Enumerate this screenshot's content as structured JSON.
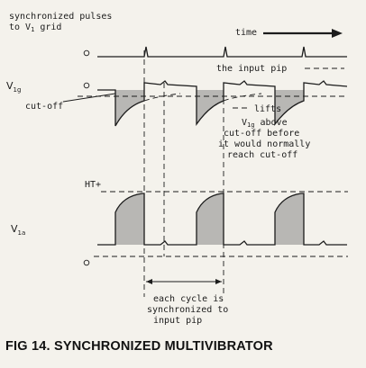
{
  "labels": {
    "sync_pulses_line1": "synchronized pulses",
    "sync_pulses_line2": "to V",
    "sync_pulses_line2_sub": "1",
    "sync_pulses_line2_end": " grid",
    "time": "time",
    "input_pip": "the input pip",
    "v1g": "V",
    "v1g_sub": "1g",
    "cut_off": "cut-off",
    "lifts": "lifts",
    "v1g_above_1": "V",
    "v1g_above_1_sub": "1g",
    "v1g_above_1_end": " above",
    "v1g_above_2": "cut-off before",
    "v1g_above_3": "it would normally",
    "v1g_above_4": "reach cut-off",
    "ht_plus": "HT+",
    "v1a": "V",
    "v1a_sub": "1a",
    "each_cycle_1": "each cycle is",
    "each_cycle_2": "synchronized to",
    "each_cycle_3": "input pip",
    "caption": "FIG 14.  SYNCHRONIZED MULTIVIBRATOR"
  },
  "icons": {
    "time_arrow": "right-arrow-icon",
    "origin_marker": "circle-icon"
  }
}
